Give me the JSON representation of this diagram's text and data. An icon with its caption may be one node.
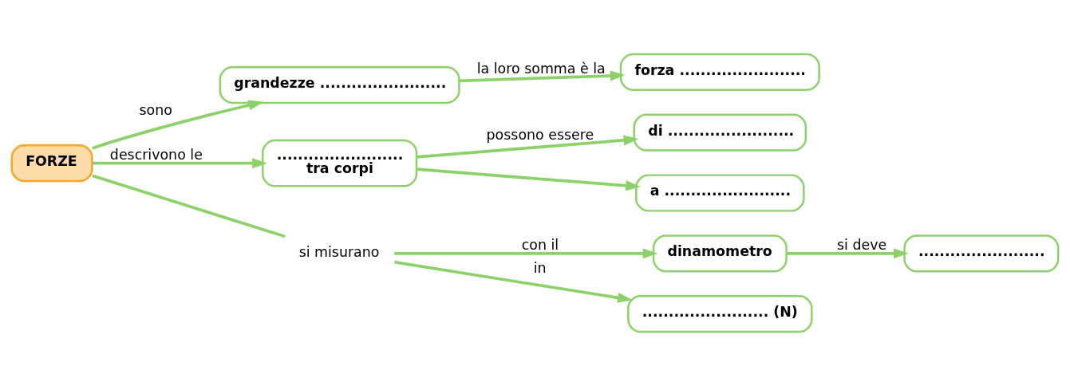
{
  "diagram": {
    "nodes": [
      {
        "text": [
          "FORZE"
        ]
      },
      {
        "text": [
          "grandezze ........................"
        ]
      },
      {
        "text": [
          "forza ........................"
        ]
      },
      {
        "text": [
          "........................",
          "tra corpi"
        ]
      },
      {
        "text": [
          "di ........................"
        ]
      },
      {
        "text": [
          "a ........................"
        ]
      },
      {
        "text": [
          "si misurano"
        ]
      },
      {
        "text": [
          "dinamometro"
        ]
      },
      {
        "text": [
          "........................"
        ]
      },
      {
        "text": [
          "........................ (N)"
        ]
      }
    ],
    "edges": [
      {
        "from": 0,
        "to": 1,
        "arrow": "to",
        "label": "sono"
      },
      {
        "from": 1,
        "to": 2,
        "arrow": "to",
        "label": "la loro somma è la"
      },
      {
        "from": 0,
        "to": 3,
        "arrow": "to",
        "label": "descrivono le"
      },
      {
        "from": 3,
        "to": 4,
        "arrow": "to",
        "label": "possono essere"
      },
      {
        "from": 3,
        "to": 5,
        "arrow": "to"
      },
      {
        "from": 0,
        "to": 6,
        "arrow": "none"
      },
      {
        "from": 6,
        "to": 7,
        "arrow": "to",
        "label": "con il"
      },
      {
        "from": 6,
        "to": 9,
        "arrow": "to",
        "label": "in"
      },
      {
        "from": 7,
        "to": 8,
        "arrow": "to",
        "label": "si deve"
      }
    ]
  }
}
